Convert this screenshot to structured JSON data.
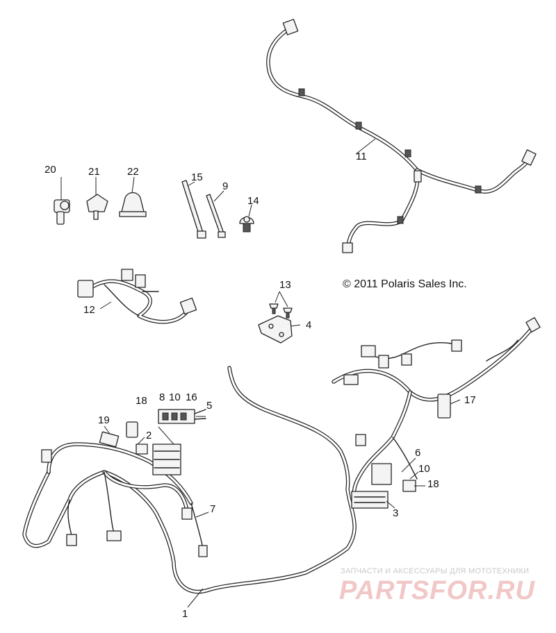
{
  "callouts": [
    {
      "id": "20",
      "text": "20"
    },
    {
      "id": "21",
      "text": "21"
    },
    {
      "id": "22",
      "text": "22"
    },
    {
      "id": "15",
      "text": "15"
    },
    {
      "id": "9",
      "text": "9"
    },
    {
      "id": "14",
      "text": "14"
    },
    {
      "id": "11",
      "text": "11"
    },
    {
      "id": "12",
      "text": "12"
    },
    {
      "id": "13",
      "text": "13"
    },
    {
      "id": "4",
      "text": "4"
    },
    {
      "id": "18a",
      "text": "18"
    },
    {
      "id": "8",
      "text": "8"
    },
    {
      "id": "10a",
      "text": "10"
    },
    {
      "id": "16",
      "text": "16"
    },
    {
      "id": "5",
      "text": "5"
    },
    {
      "id": "19",
      "text": "19"
    },
    {
      "id": "2",
      "text": "2"
    },
    {
      "id": "7",
      "text": "7"
    },
    {
      "id": "17",
      "text": "17"
    },
    {
      "id": "6",
      "text": "6"
    },
    {
      "id": "10b",
      "text": "10"
    },
    {
      "id": "18b",
      "text": "18"
    },
    {
      "id": "3",
      "text": "3"
    },
    {
      "id": "1",
      "text": "1"
    }
  ],
  "copyright": "© 2011 Polaris Sales Inc.",
  "watermark": {
    "tagline": "ЗАПЧАСТИ И АКСЕССУАРЫ ДЛЯ МОТОТЕХНИКИ",
    "logo": "PARTSFOR.RU"
  }
}
